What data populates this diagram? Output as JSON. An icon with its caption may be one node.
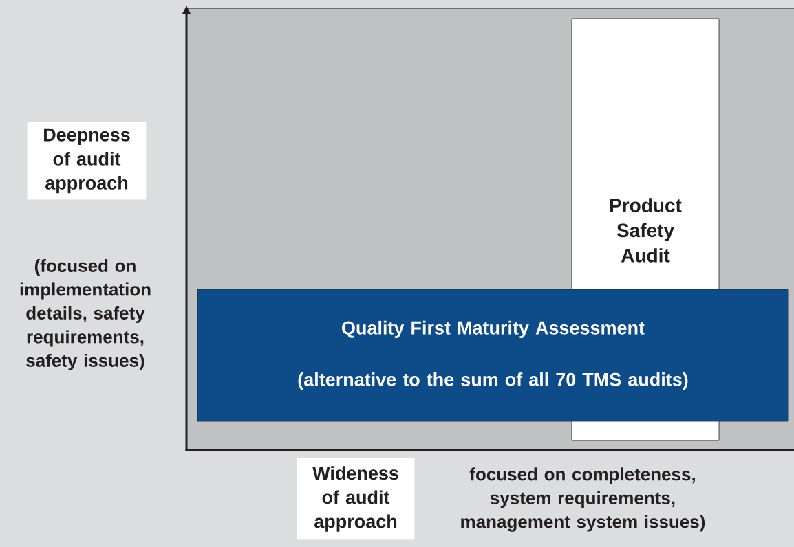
{
  "diagram": {
    "nodes": [
      {
        "text": [
          "Deepness of audit approach"
        ]
      },
      {
        "text": [
          "Wideness of audit approach"
        ]
      },
      {
        "text": [
          "Product Safety Audit"
        ]
      },
      {
        "text": [
          "Quality First Maturity Assessment",
          "(alternative to the sum of all 70 TMS audits)"
        ]
      }
    ],
    "labels": [
      "(focused on implementation details, safety requirements, safety issues)",
      "focused on completeness, system requirements, management system issues)"
    ]
  }
}
